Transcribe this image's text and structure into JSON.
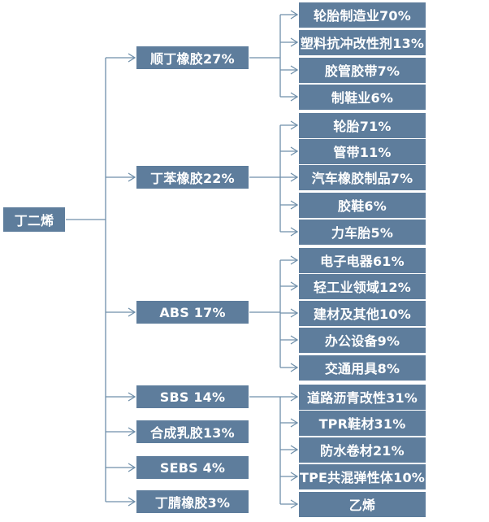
{
  "root": {
    "label": "丁二烯"
  },
  "colors": {
    "box": "#5e7d9c",
    "text": "#ffffff",
    "line": "#6f8faa"
  },
  "groups": [
    {
      "label": "顺丁橡胶27%",
      "children": [
        "轮胎制造业70%",
        "塑料抗冲改性剂13%",
        "胶管胶带7%",
        "制鞋业6%"
      ]
    },
    {
      "label": "丁苯橡胶22%",
      "children": [
        "轮胎71%",
        "管带11%",
        "汽车橡胶制品7%",
        "胶鞋6%",
        "力车胎5%"
      ]
    },
    {
      "label": "ABS 17%",
      "children": [
        "电子电器61%",
        "轻工业领域12%",
        "建材及其他10%",
        "办公设备9%",
        "交通用具8%"
      ]
    },
    {
      "label": "SBS 14%",
      "children": [
        "道路沥青改性31%",
        "TPR鞋材31%",
        "防水卷材21%",
        "TPE共混弹性体10%",
        "乙烯"
      ]
    },
    {
      "label": "合成乳胶13%",
      "children": []
    },
    {
      "label": "SEBS 4%",
      "children": []
    },
    {
      "label": "丁腈橡胶3%",
      "children": []
    }
  ]
}
